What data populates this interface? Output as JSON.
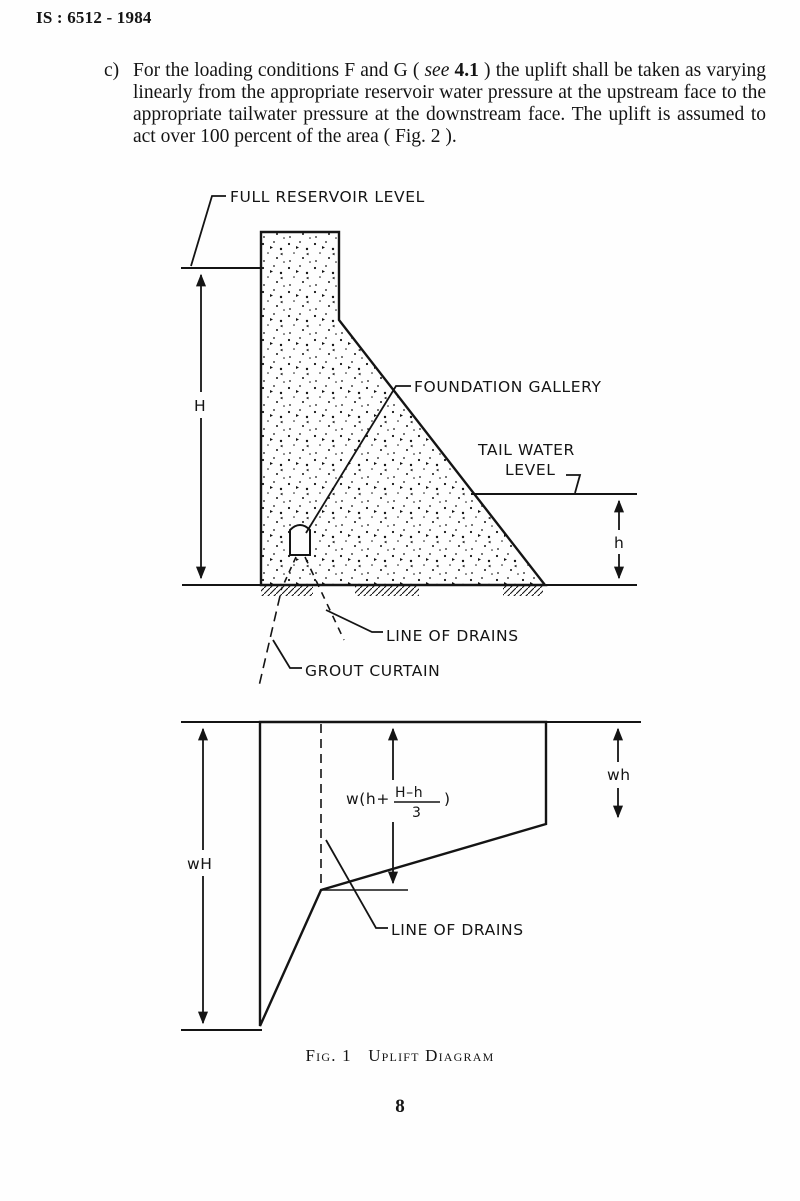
{
  "header": {
    "standard": "IS : 6512 - 1984"
  },
  "clause": {
    "marker": "c)",
    "before_ref": "For the loading conditions F and G ( ",
    "ref_see": "see",
    "ref_num": "4.1",
    "after_ref": " ) the uplift shall be taken as varying linearly from the appropriate reservoir water pressure at the upstream face to the appropriate tailwater pressure at the downstream face. The uplift is assumed to act over 100 percent of the area ( Fig. 2 )."
  },
  "figure": {
    "section_labels": {
      "full_reservoir_level": "FULL RESERVOIR LEVEL",
      "reservoir_height": "H",
      "foundation_gallery": "FOUNDATION GALLERY",
      "tail_water_line1": "TAIL WATER",
      "tail_water_line2": "LEVEL",
      "tailwater_height": "h",
      "line_of_drains": "LINE OF DRAINS",
      "grout_curtain": "GROUT CURTAIN"
    },
    "uplift_labels": {
      "upstream_pressure": "wH",
      "downstream_pressure": "wh",
      "drain_pressure_prefix": "w(h+",
      "drain_pressure_numerator": "H–h",
      "drain_pressure_denominator": "3",
      "drain_pressure_suffix": ")",
      "line_of_drains": "LINE OF DRAINS"
    },
    "colors": {
      "ink": "#141414",
      "paper": "#fefefe"
    }
  },
  "caption": {
    "fig_label": "Fig. 1",
    "title": "Uplift Diagram"
  },
  "page": {
    "number": "8"
  }
}
